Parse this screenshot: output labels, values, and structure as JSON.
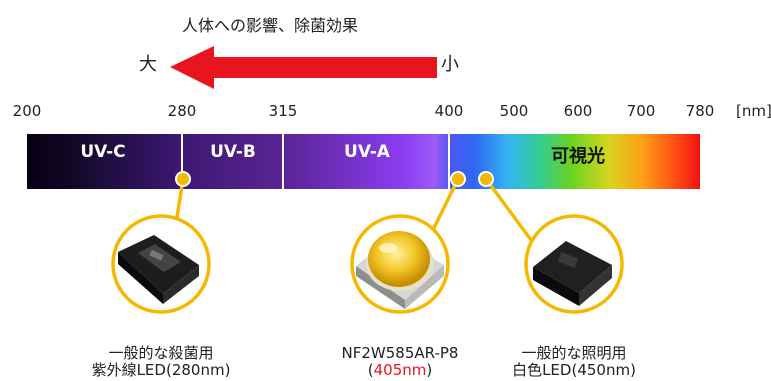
{
  "title": "人体への影響、除菌効果",
  "arrow": {
    "left_label": "大",
    "right_label": "小"
  },
  "ticks": [
    "200",
    "280",
    "315",
    "400",
    "500",
    "600",
    "700",
    "780"
  ],
  "unit": "[nm]",
  "bands": [
    {
      "label": "UV-C"
    },
    {
      "label": "UV-B"
    },
    {
      "label": "UV-A"
    },
    {
      "label": "可視光"
    }
  ],
  "callouts": [
    {
      "line1": "一般的な殺菌用",
      "line2": "紫外線LED(280nm)"
    },
    {
      "line1": "NF2W585AR-P8",
      "line2_wavelength": "405nm"
    },
    {
      "line1": "一般的な照明用",
      "line2": "白色LED(450nm)"
    }
  ],
  "colors": {
    "arrow": "#e8141e",
    "callout": "#f5b800",
    "accent_text": "#e8141e"
  }
}
